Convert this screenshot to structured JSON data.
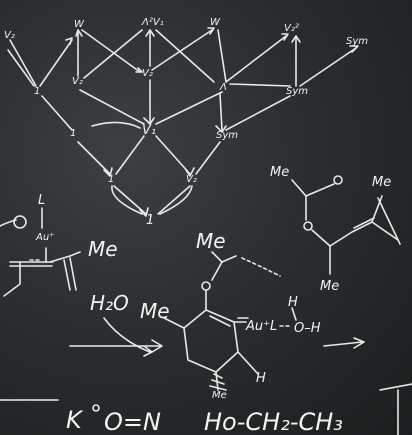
{
  "lattice_nodes": {
    "v2_top_left": "V₂",
    "w_top": "W",
    "lambda2_v1": "Λ²V₁",
    "w_mid_top": "W",
    "v2_top_right": "V₂²",
    "sym_top_right": "Sym",
    "one_left": "1",
    "v2_left": "V₂",
    "v2_mid": "V₂",
    "lambda_right": "Λ",
    "sym_right": "Sym",
    "v1_center": "V₁",
    "sym_center": "Sym",
    "one_lower_left": "1",
    "one_bottom": "1",
    "v2_lower_right": "V₂"
  },
  "chemistry": {
    "me_top_right": "Me",
    "me_top_far_right": "Me",
    "me_right_lower": "Me",
    "l_left": "L",
    "au_plus_left": "Au⁺",
    "me_left": "Me",
    "me_center_top": "Me",
    "me_center_left": "Me",
    "h2o_label": "H₂O",
    "aul_label": "Au⁺L",
    "h_label": "H",
    "oh_label": "O–H",
    "me_center_bottom": "Me",
    "h_center_right": "H",
    "k_label": "K",
    "o_eq_n": "O=N",
    "ho_ch2": "Ho-CH₂-CH₃"
  }
}
